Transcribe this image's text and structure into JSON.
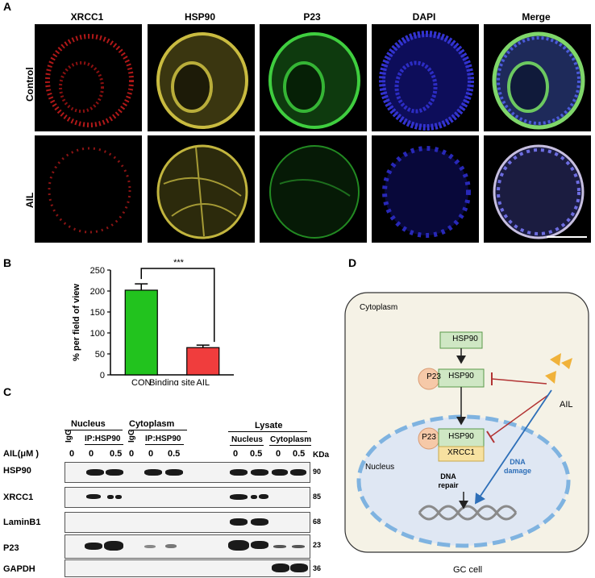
{
  "panelA": {
    "letter": "A",
    "columns": [
      "XRCC1",
      "HSP90",
      "P23",
      "DAPI",
      "Merge"
    ],
    "rows": [
      "Control",
      "AIL"
    ]
  },
  "panelB": {
    "letter": "B",
    "significance": "***",
    "chart_data": {
      "type": "bar",
      "categories": [
        "CON",
        "AIL"
      ],
      "values": [
        202,
        65
      ],
      "errors": [
        15,
        6
      ],
      "colors": [
        "#22c31e",
        "#f03d3d"
      ],
      "xlabel": "Binding site",
      "ylabel": "% per field of view",
      "ylim": [
        0,
        250
      ],
      "yticks": [
        0,
        50,
        100,
        150,
        200,
        250
      ]
    }
  },
  "panelC": {
    "letter": "C",
    "groups": {
      "nucleus": "Nucleus",
      "cytoplasm": "Cytoplasm",
      "lysate": "Lysate"
    },
    "lane_labels": {
      "igg": "IgG",
      "ip": "IP:HSP90",
      "lys_nucleus": "Nucleus",
      "lys_cytoplasm": "Cytoplasm"
    },
    "dose_label": "AIL(μM )",
    "doses": [
      "0",
      "0",
      "0.5",
      "0",
      "0",
      "0.5",
      "0",
      "0.5",
      "0",
      "0.5"
    ],
    "kda_label": "KDa",
    "blots": [
      {
        "name": "HSP90",
        "kda": "90"
      },
      {
        "name": "XRCC1",
        "kda": "85"
      },
      {
        "name": "LaminB1",
        "kda": "68"
      },
      {
        "name": "P23",
        "kda": "23"
      },
      {
        "name": "GAPDH",
        "kda": "36"
      }
    ]
  },
  "panelD": {
    "letter": "D",
    "cytoplasm": "Cytoplasm",
    "nucleus": "Nucleus",
    "hsp90": "HSP90",
    "p23": "P23",
    "xrcc1": "XRCC1",
    "dna_repair_1": "DNA",
    "dna_repair_2": "repair",
    "dna_damage_1": "DNA",
    "dna_damage_2": "damage",
    "ail": "AIL",
    "cell": "GC cell"
  }
}
